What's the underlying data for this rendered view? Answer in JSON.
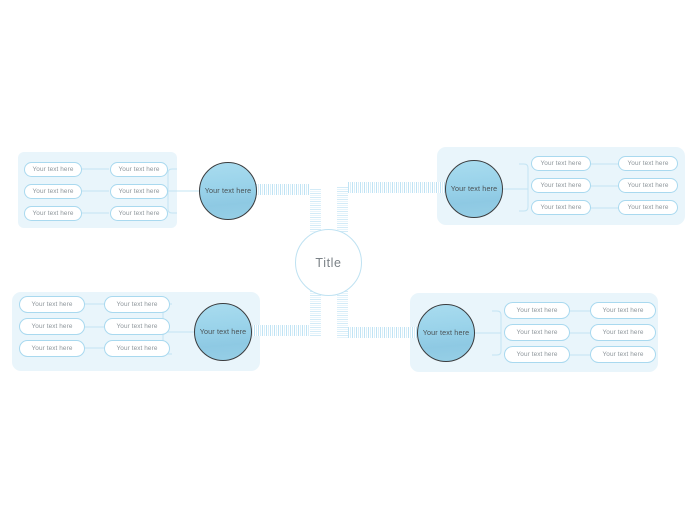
{
  "diagram": {
    "type": "mind-map",
    "center": {
      "label": "Title"
    },
    "colors": {
      "panel_background": "#e9f5fb",
      "pill_border": "#a9d9ef",
      "pill_background": "#ffffff",
      "branch_circle_border": "#3a3c3e",
      "branch_circle_fill_top": "#a9dcef",
      "branch_circle_fill_bottom": "#96cfe6",
      "connector_stripe": "#bfe3f4",
      "text": "#8e969b",
      "canvas_background": "#ffffff"
    },
    "branches": [
      {
        "id": "top-left",
        "label": "Your text here",
        "leaves_inner": [
          "Your text here",
          "Your text here",
          "Your text here"
        ],
        "leaves_outer": [
          "Your text here",
          "Your text here",
          "Your text here"
        ]
      },
      {
        "id": "top-right",
        "label": "Your text here",
        "leaves_inner": [
          "Your text here",
          "Your text here",
          "Your text here"
        ],
        "leaves_outer": [
          "Your text here",
          "Your text here",
          "Your text here"
        ]
      },
      {
        "id": "bottom-left",
        "label": "Your text here",
        "leaves_inner": [
          "Your text here",
          "Your text here",
          "Your text here"
        ],
        "leaves_outer": [
          "Your text here",
          "Your text here",
          "Your text here"
        ]
      },
      {
        "id": "bottom-right",
        "label": "Your text here",
        "leaves_inner": [
          "Your text here",
          "Your text here",
          "Your text here"
        ],
        "leaves_outer": [
          "Your text here",
          "Your text here",
          "Your text here"
        ]
      }
    ]
  }
}
